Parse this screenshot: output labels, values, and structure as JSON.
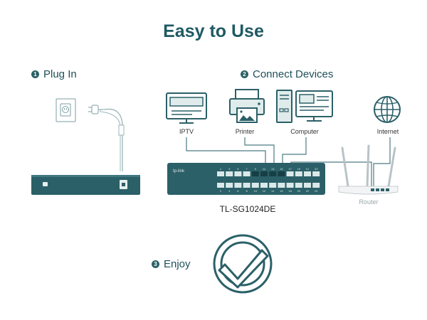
{
  "title": "Easy to Use",
  "steps": [
    {
      "num": "1",
      "label": "Plug In"
    },
    {
      "num": "2",
      "label": "Connect Devices"
    },
    {
      "num": "3",
      "label": "Enjoy"
    }
  ],
  "devices": {
    "iptv": "IPTV",
    "printer": "Printer",
    "computer": "Computer",
    "internet": "Internet"
  },
  "switch": {
    "brand": "tp-link",
    "model": "TL-SG1024DE",
    "top_ports": [
      "1",
      "3",
      "5",
      "7",
      "9",
      "11",
      "13",
      "15",
      "17",
      "19",
      "21",
      "23"
    ],
    "bottom_ports": [
      "2",
      "4",
      "6",
      "8",
      "10",
      "12",
      "14",
      "16",
      "18",
      "20",
      "22",
      "24"
    ]
  },
  "router_label": "Router",
  "colors": {
    "primary": "#2b6068",
    "line": "#4c7b82",
    "device_fill": "#dfeceb"
  },
  "icons": [
    "outlet-icon",
    "power-plug-icon",
    "tv-icon",
    "printer-icon",
    "computer-icon",
    "globe-icon",
    "router-icon",
    "checkmark-icon"
  ]
}
